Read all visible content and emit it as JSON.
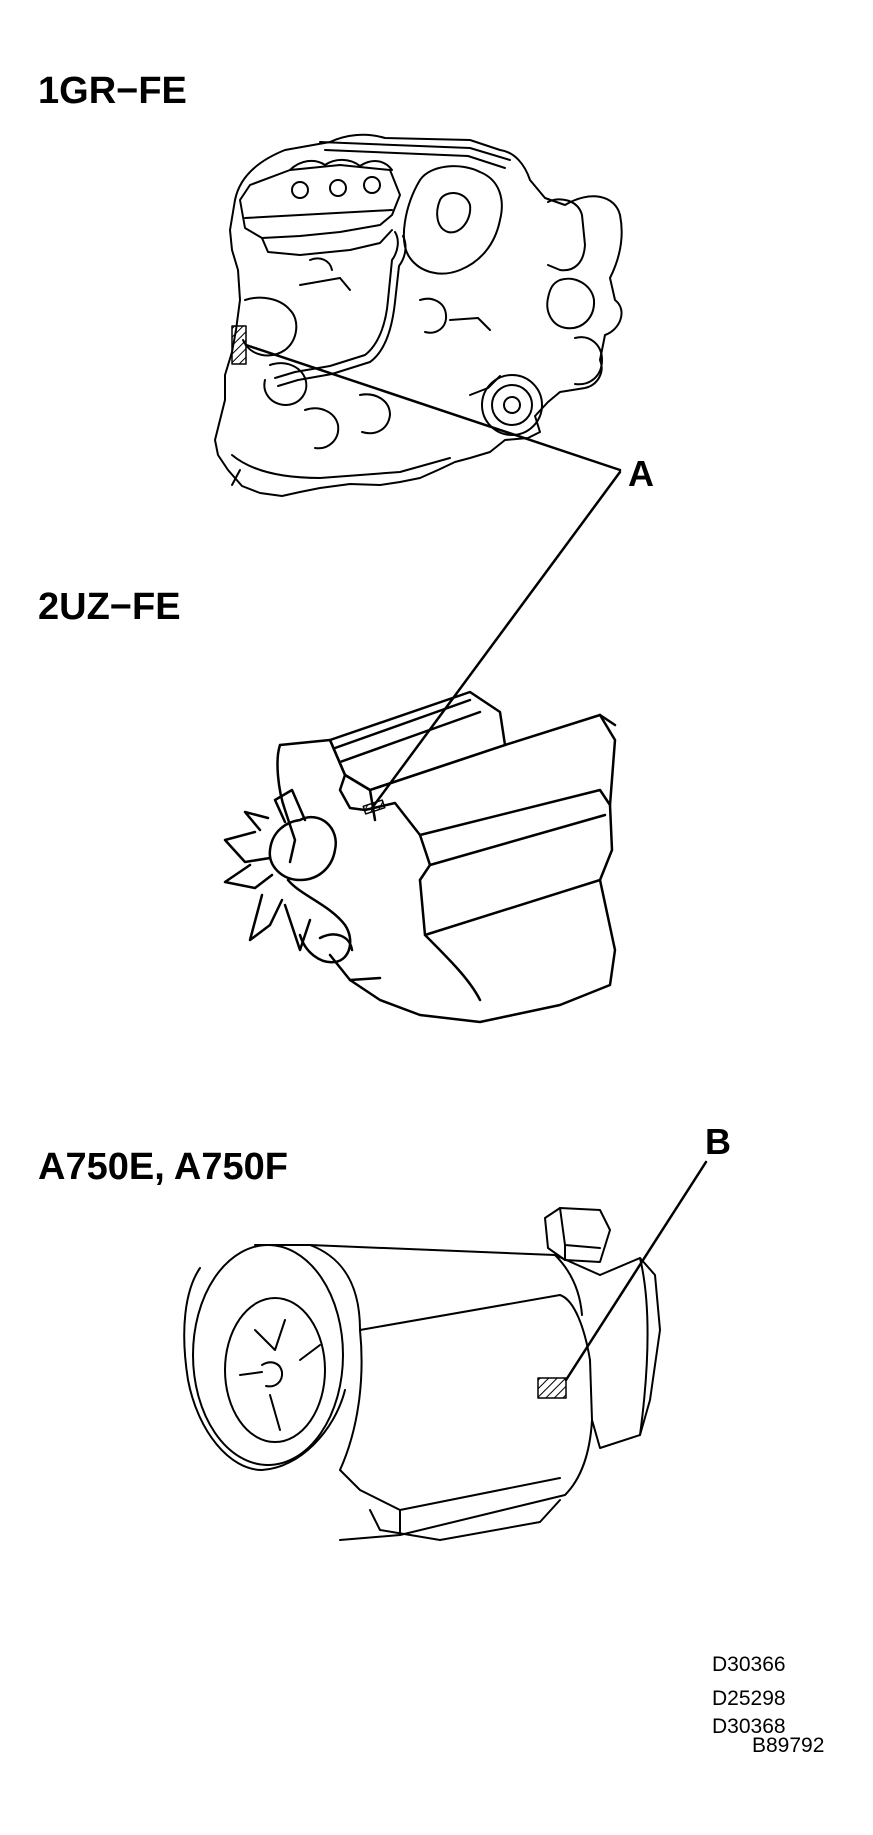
{
  "sections": {
    "engine_1": {
      "title": "1GR−FE"
    },
    "engine_2": {
      "title": "2UZ−FE"
    },
    "transmission": {
      "title": "A750E, A750F"
    }
  },
  "callouts": {
    "a": "A",
    "b": "B"
  },
  "figure_codes": [
    "D30366",
    "D25298",
    "D30368",
    "B89792"
  ]
}
